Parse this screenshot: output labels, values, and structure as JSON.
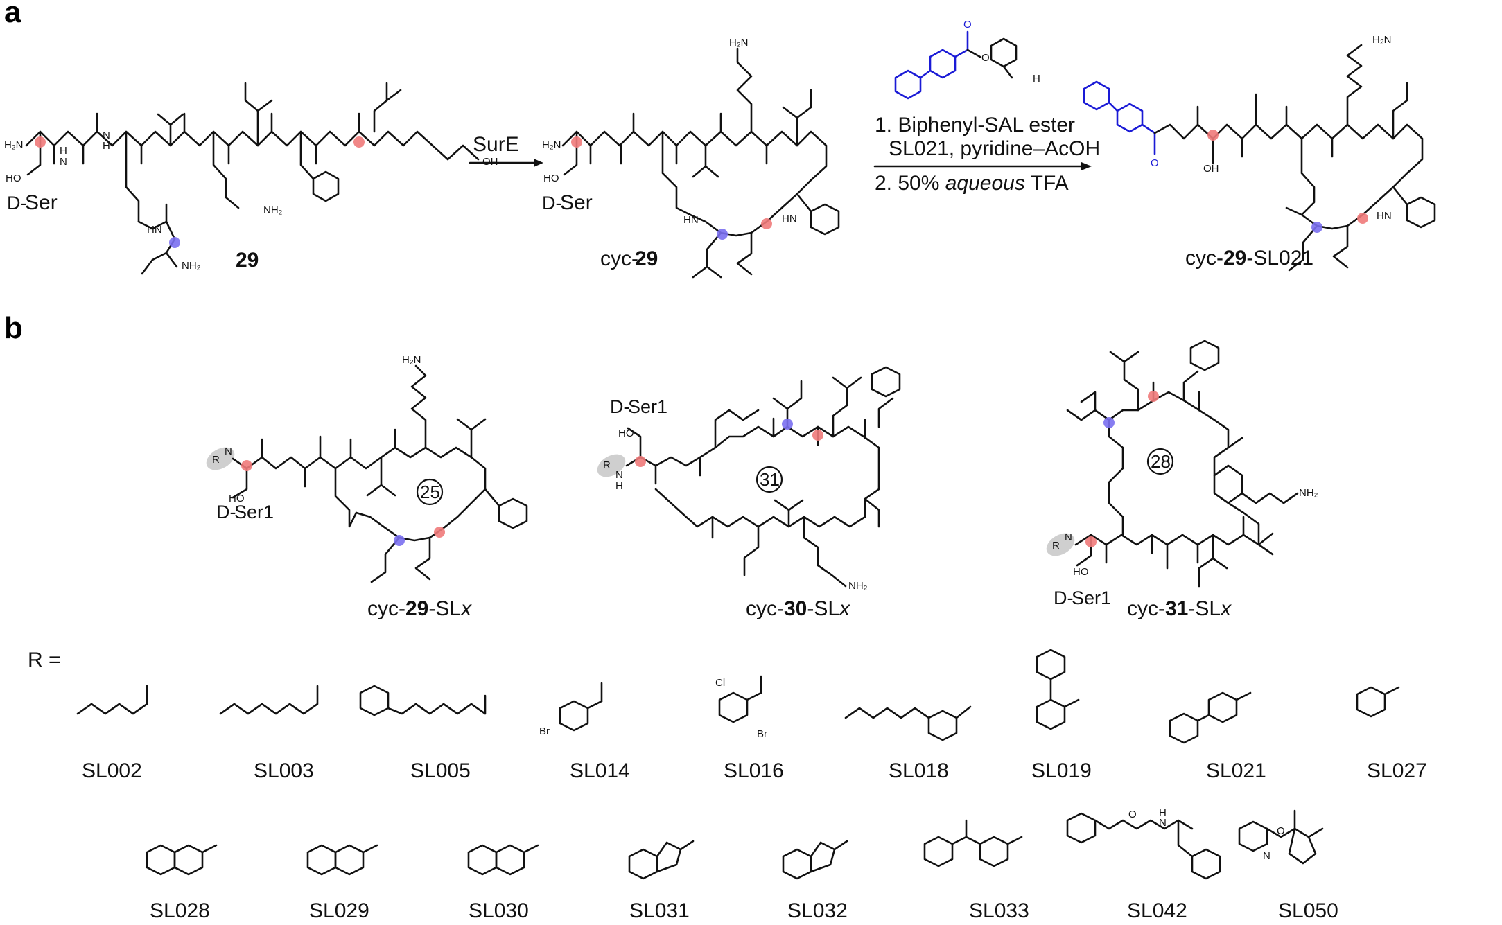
{
  "panels": {
    "a": "a",
    "b": "b"
  },
  "scheme_a": {
    "start_serine_label": "Ser",
    "start_serine_prefix": "D-",
    "compound_start": "29",
    "enzyme": "SurE",
    "product1_prefix": "cyc-",
    "product1_num": "29",
    "product1_serine_prefix": "D-",
    "product1_serine_label": "Ser",
    "step1": "1. Biphenyl-SAL ester",
    "step1_line2": "SL021, pyridine–AcOH",
    "step2_prefix": "2. 50% ",
    "step2_italic": "aqueous",
    "step2_suffix": " TFA",
    "product2_prefix": "cyc-",
    "product2_num": "29",
    "product2_suffix": "-SL021"
  },
  "scheme_b": {
    "macrocycles": [
      {
        "prefix": "cyc-",
        "num": "29",
        "suffix": "-SL",
        "var": "x",
        "ring": "25",
        "ser": "Ser1",
        "ser_prefix": "D-"
      },
      {
        "prefix": "cyc-",
        "num": "30",
        "suffix": "-SL",
        "var": "x",
        "ring": "31",
        "ser": "Ser1",
        "ser_prefix": "D-"
      },
      {
        "prefix": "cyc-",
        "num": "31",
        "suffix": "-SL",
        "var": "x",
        "ring": "28",
        "ser": "Ser1",
        "ser_prefix": "D-"
      }
    ],
    "r_label": "R =",
    "r_groups_row1": [
      "SL002",
      "SL003",
      "SL005",
      "SL014",
      "SL016",
      "SL018",
      "SL019",
      "SL021",
      "SL027"
    ],
    "r_groups_row2": [
      "SL028",
      "SL029",
      "SL030",
      "SL031",
      "SL032",
      "SL033",
      "SL042",
      "SL050"
    ]
  },
  "colors": {
    "highlight_red": "#ef7a7a",
    "highlight_blue": "#7a6ff0",
    "reagent_blue": "#1a1ad6"
  }
}
